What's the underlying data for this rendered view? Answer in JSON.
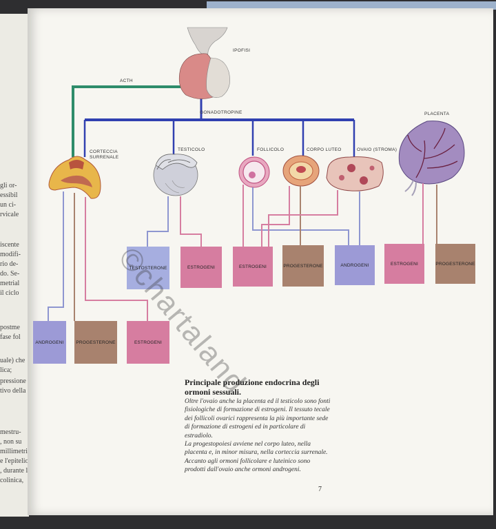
{
  "labels": {
    "ipofisi": "IPOFISI",
    "acth": "ACTH",
    "gonadotropine": "GONADOTROPINE",
    "corteccia": "CORTECCIA",
    "surrenale": "SURRENALE",
    "testicolo": "TESTICOLO",
    "follicolo": "FOLLICOLO",
    "corpo_luteo": "CORPO LUTEO",
    "ovaio": "OVAIO (STROMA)",
    "placenta": "PLACENTA"
  },
  "boxes": {
    "testosterone": "TESTOSTERONE",
    "estrogeni_test": "ESTROGENI",
    "estrogeni_foll": "ESTROGENI",
    "progesterone_cl": "PROGESTERONE",
    "androgeni_ov": "ANDROGENI",
    "estrogeni_plac": "ESTROGENI",
    "progesterone_plac": "PROGESTERONE",
    "androgeni_surr": "ANDROGENI",
    "progesterone_surr": "PROGESTERONE",
    "estrogeni_surr": "ESTROGENI"
  },
  "text": {
    "title": "Principale produzione endocrina degli ormoni sessuali.",
    "caption_1": "Oltre l'ovaio anche la placenta ed il testicolo sono fonti fisiologiche di formazione di estrogeni. Il tessuto tecale dei follicoli ovarici rappresenta la più importante sede di formazione di estrogeni ed in particolare di estradiolo.",
    "caption_2": "La progestopoiesi avviene nel corpo luteo, nella placenta e, in minor misura, nella corteccia surrenale. Accanto agli ormoni follicolare e luteinico sono prodotti dall'ovaio anche ormoni androgeni.",
    "page_number": "7"
  },
  "watermark": "©chartaland",
  "left_page_fragments": [
    "gli or-",
    "essibil",
    "un ci-",
    "rvicale",
    "iscente",
    "modifi-",
    "rio de-",
    "do. Se-",
    "metrial",
    "il ciclo",
    "postme",
    "fase fol",
    "uale) che",
    "lica;",
    "pressione",
    "tivo della",
    "mestru-",
    ", non su",
    "millimetri",
    "e l'epitelio",
    ", durante l",
    "colinica,"
  ],
  "colors": {
    "acth_line": "#2e8c6a",
    "gonadotropine_line": "#3040b0",
    "androgeni": "#9c9ad6",
    "progesterone": "#a8826e",
    "estrogeni": "#d67da0",
    "testosterone": "#a6aee0"
  }
}
